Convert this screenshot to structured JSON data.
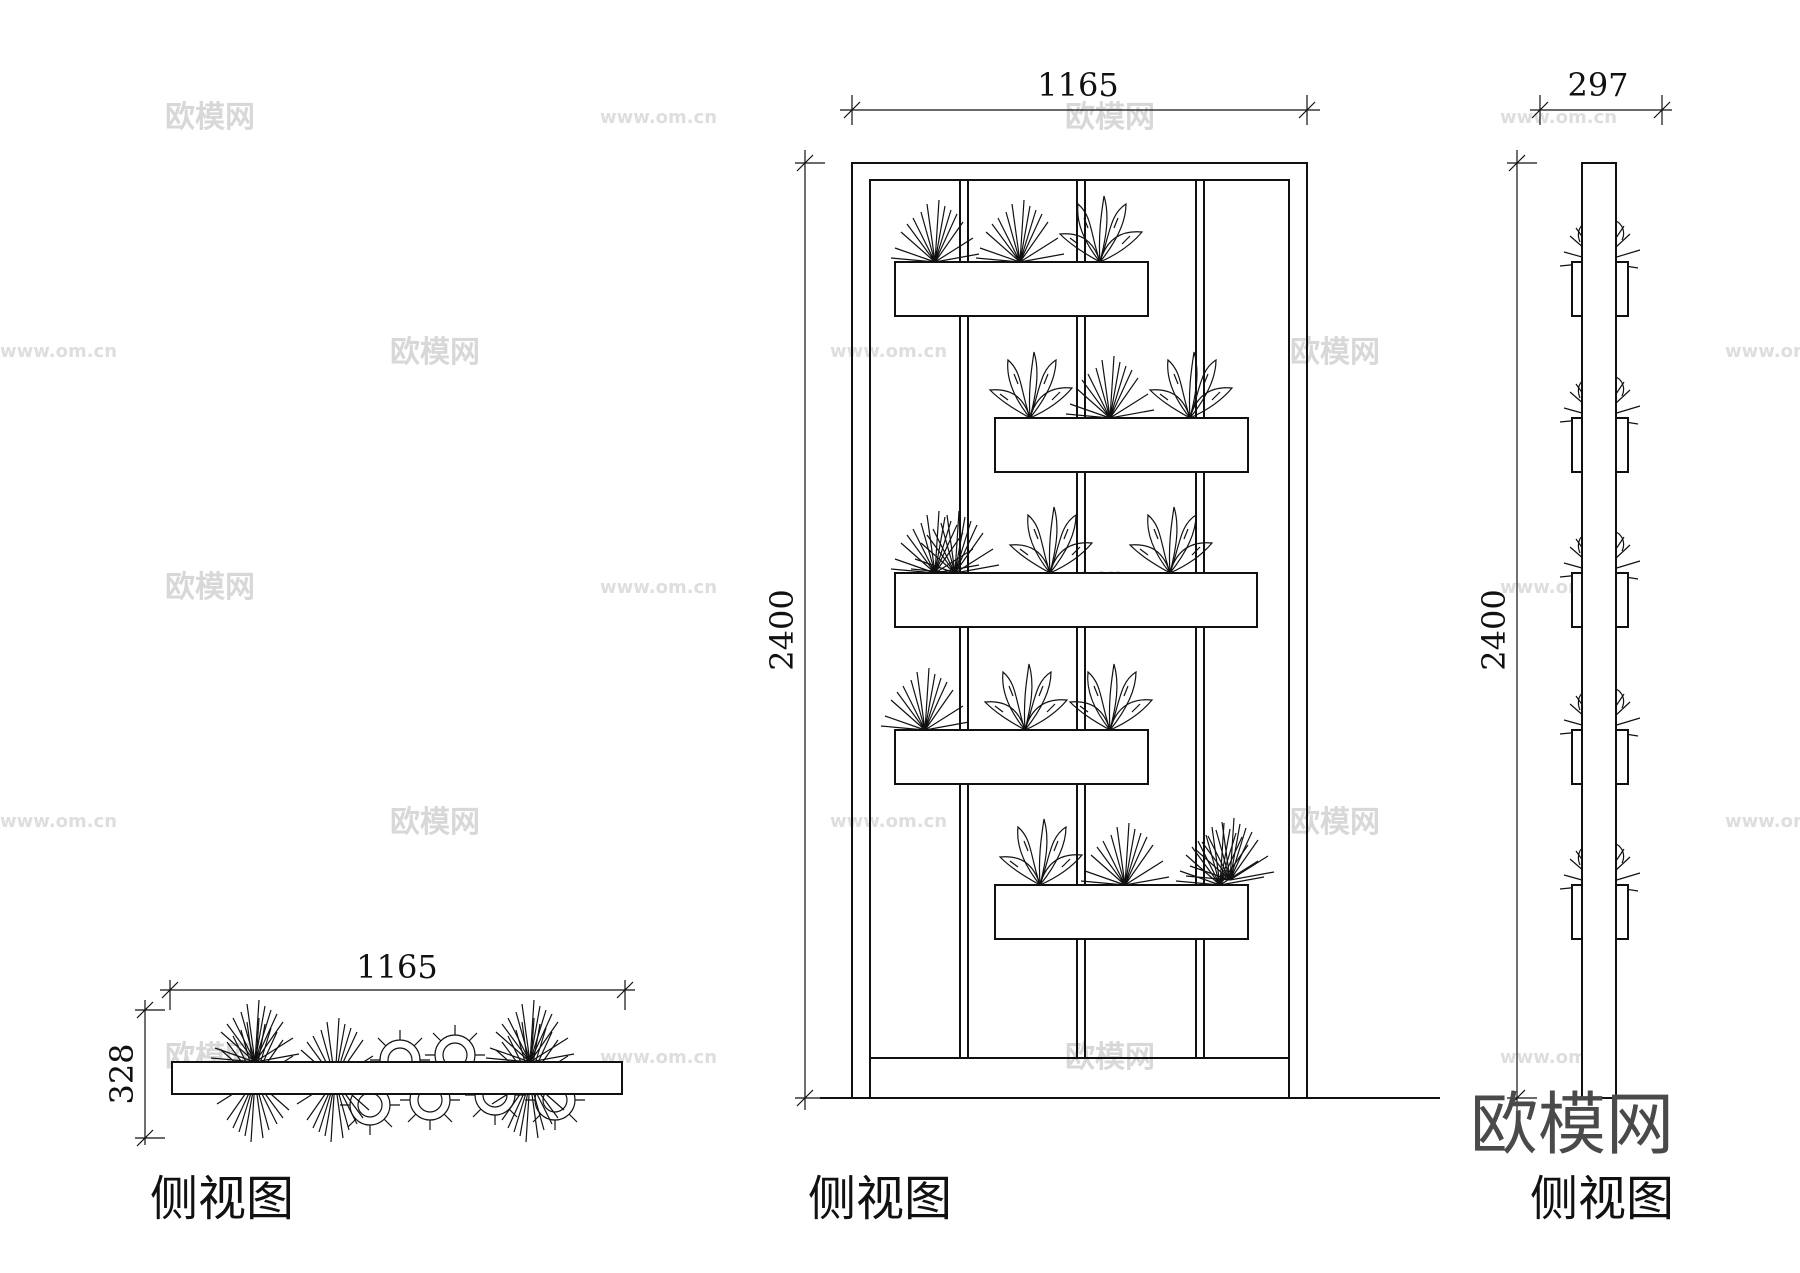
{
  "views": {
    "top": {
      "caption": "侧视图",
      "width_dim": "1165",
      "depth_dim": "328"
    },
    "front": {
      "caption": "侧视图",
      "width_dim": "1165",
      "height_dim": "2400"
    },
    "side": {
      "caption": "侧视图",
      "width_dim": "297",
      "height_dim": "2400"
    }
  },
  "watermark": {
    "brand": "欧模网",
    "url": "www.om.cn"
  },
  "icons": [
    "plant-foliage-icon",
    "plant-grass-icon",
    "succulent-icon"
  ]
}
